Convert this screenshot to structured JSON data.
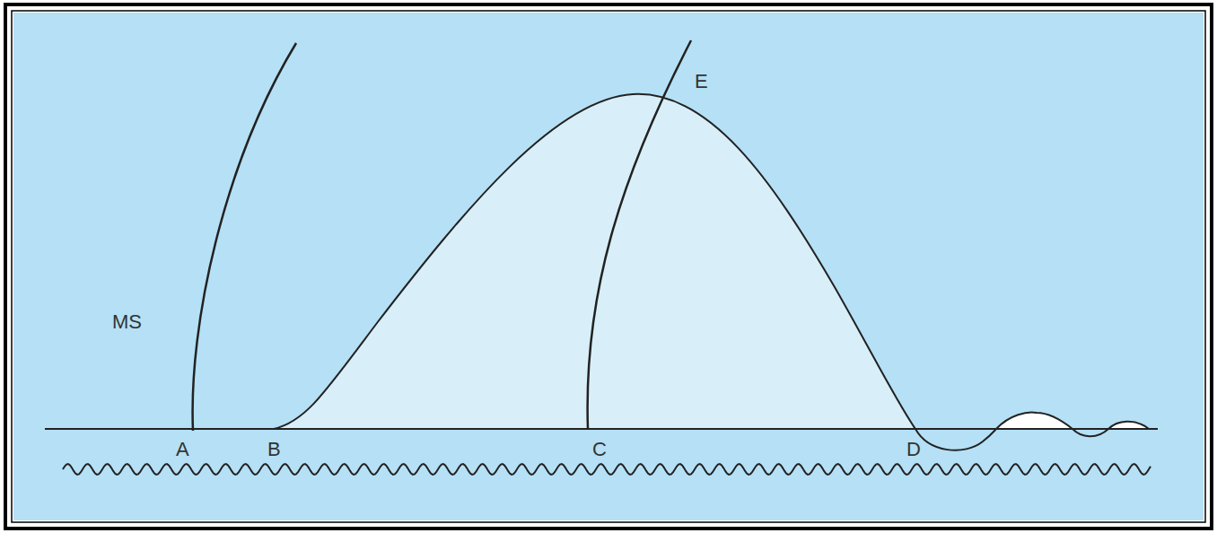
{
  "diagram": {
    "labels": [
      "MS",
      "A",
      "B",
      "C",
      "D",
      "E"
    ]
  }
}
